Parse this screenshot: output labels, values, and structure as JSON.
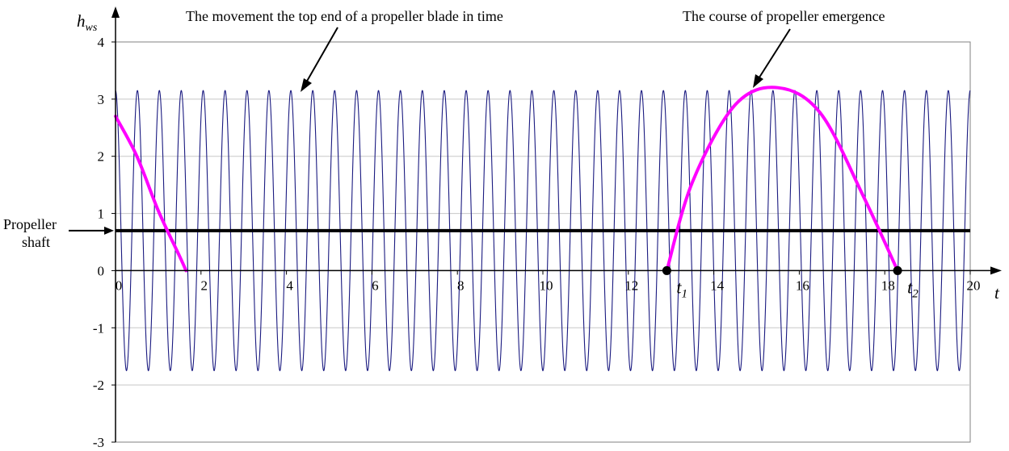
{
  "chart_data": {
    "type": "line",
    "y_axis_label": "h",
    "y_axis_label_sub": "ws",
    "x_axis_label": "t",
    "xlim": [
      0,
      20
    ],
    "ylim": [
      -3,
      4
    ],
    "x_ticks": [
      "0",
      "2",
      "4",
      "6",
      "8",
      "10",
      "12",
      "14",
      "16",
      "18",
      "20"
    ],
    "x_tick_values": [
      0,
      2,
      4,
      6,
      8,
      10,
      12,
      14,
      16,
      18,
      20
    ],
    "y_ticks": [
      "4",
      "3",
      "2",
      "1",
      "0",
      "-1",
      "-2",
      "-3"
    ],
    "y_tick_values": [
      4,
      3,
      2,
      1,
      0,
      -1,
      -2,
      -3
    ],
    "grid": "horizontal",
    "series": [
      {
        "color": "#1a1a80",
        "oscillation": {
          "center": 0.7,
          "amplitude": 2.45,
          "cycles": 39,
          "phase": "starts at maximum"
        }
      },
      {
        "color": "#ff00ff",
        "segments": [
          {
            "x": [
              0,
              0.5,
              1.0,
              1.5,
              1.65
            ],
            "y": [
              2.7,
              2.0,
              1.05,
              0.25,
              0.0
            ]
          },
          {
            "x": [
              12.9,
              13.5,
              14.5,
              15.5,
              16.5,
              17.5,
              18.3
            ],
            "y": [
              0.0,
              1.55,
              2.9,
              3.2,
              2.75,
              1.3,
              0.0
            ]
          }
        ]
      },
      {
        "color": "#000000",
        "constant_y": 0.7
      }
    ],
    "annotations": [
      {
        "text": "The movement the top end of a propeller blade in time"
      },
      {
        "text": "The course of propeller emergence"
      },
      {
        "text_line1": "Propeller",
        "text_line2": "shaft"
      }
    ],
    "markers": [
      {
        "label": "t",
        "sub": "1",
        "x": 12.9,
        "y": 0
      },
      {
        "label": "t",
        "sub": "2",
        "x": 18.3,
        "y": 0
      }
    ]
  }
}
